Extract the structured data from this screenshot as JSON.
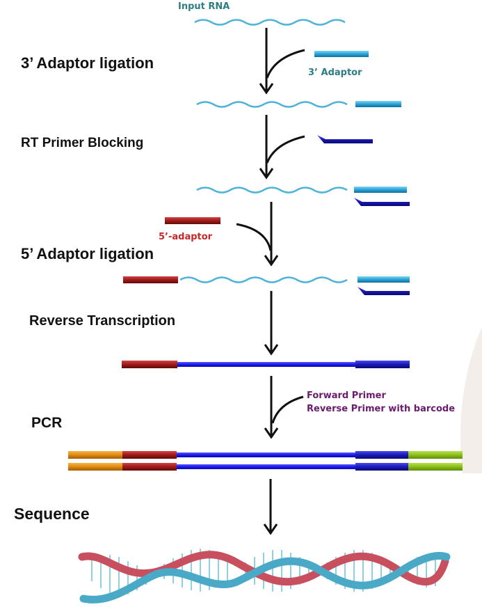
{
  "labels": {
    "input_rna": "Input RNA",
    "step_3_adaptor_ligation": "3’  Adaptor ligation",
    "adaptor_3": "3’ Adaptor",
    "step_rt_primer_blocking": "RT Primer Blocking",
    "adaptor_5": "5’-adaptor",
    "step_5_adaptor_ligation": "5’  Adaptor ligation",
    "step_reverse_transcription": "Reverse Transcription",
    "forward_primer": "Forward Primer",
    "reverse_primer_barcode": "Reverse Primer with barcode",
    "step_pcr": "PCR",
    "step_sequence": "Sequence"
  },
  "colors": {
    "rna_wave": "#4fb3d9",
    "adaptor_3": "#2aa3d6",
    "rt_primer": "#1a1ab8",
    "adaptor_5": "#a11a1a",
    "cdna": "#1a1aee",
    "pcr_left_tag": "#e08a10",
    "pcr_right_tag": "#8cbf1a",
    "dna_strand_red": "#c8505e",
    "dna_strand_blue": "#49a9c6"
  }
}
